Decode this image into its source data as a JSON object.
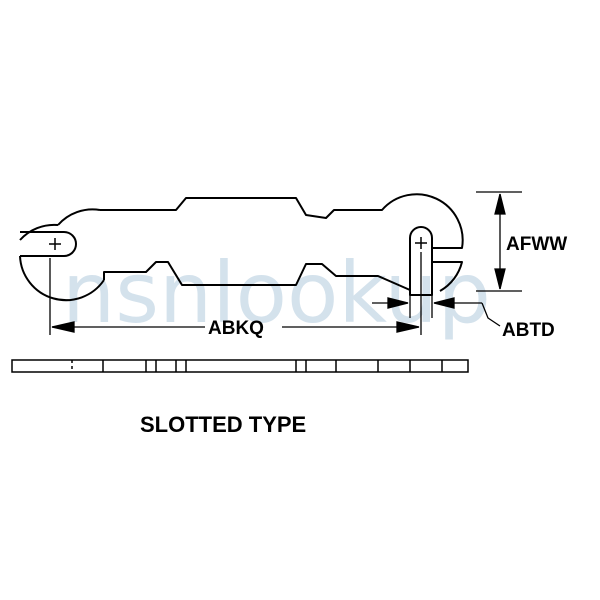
{
  "labels": {
    "afww": "AFWW",
    "abkq": "ABKQ",
    "abtd": "ABTD",
    "caption": "SLOTTED TYPE"
  },
  "watermark": "nsnlookup",
  "colors": {
    "ink": "#000000",
    "background": "#ffffff",
    "watermark": "#b9cfe0"
  }
}
